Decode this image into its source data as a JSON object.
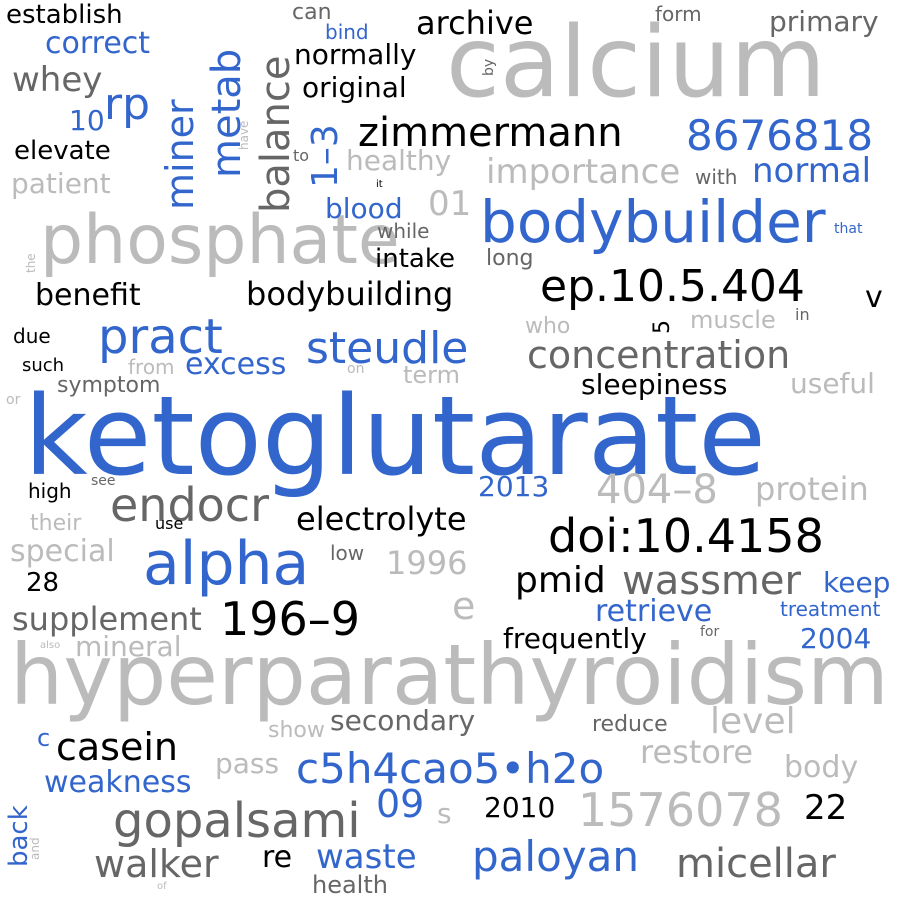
{
  "colors": {
    "blue": "#3366cc",
    "black": "#000000",
    "dark_gray": "#666666",
    "light_gray": "#bbbbbb",
    "background": "#ffffff"
  },
  "words": {
    "w_ketoglutarate": "ketoglutarate",
    "w_hyperparathyroidism": "hyperparathyroidism",
    "w_calcium": "calcium",
    "w_phosphate": "phosphate",
    "w_bodybuilder": "bodybuilder",
    "w_alpha": "alpha",
    "w_doi": "doi:10.4158",
    "w_ep": "ep.10.5.404",
    "w_196_9": "196–9",
    "w_c5h4": "c5h4cao5•h2o",
    "w_paloyan": "paloyan",
    "w_1576078": "1576078",
    "w_gopalsami": "gopalsami",
    "w_8676818": "8676818",
    "w_zimmermann": "zimmermann",
    "w_steudle": "steudle",
    "w_pract": "pract",
    "w_endocr": "endocr",
    "w_wassmer": "wassmer",
    "w_404_8": "404–8",
    "w_concentration": "concentration",
    "w_metab": "metab",
    "w_miner": "miner",
    "w_balance": "balance",
    "w_bodybuilding": "bodybuilding",
    "w_micellar": "micellar",
    "w_walker": "walker",
    "w_casein": "casein",
    "w_electrolyte": "electrolyte",
    "w_rp": "rp",
    "w_1_3": "1–3",
    "w_pmid": "pmid",
    "w_archive": "archive",
    "w_normally": "normally",
    "w_original": "original",
    "w_correct": "correct",
    "w_whey": "whey",
    "w_establish": "establish",
    "w_importance": "importance",
    "w_normal": "normal",
    "w_healthy": "healthy",
    "w_intake": "intake",
    "w_benefit": "benefit",
    "w_sleepiness": "sleepiness",
    "w_excess": "excess",
    "w_symptom": "symptom",
    "w_supplement": "supplement",
    "w_mineral": "mineral",
    "w_special": "special",
    "w_retrieve": "retrieve",
    "w_frequently": "frequently",
    "w_keep": "keep",
    "w_treatment": "treatment",
    "w_2004": "2004",
    "w_secondary": "secondary",
    "w_level": "level",
    "w_restore": "restore",
    "w_body": "body",
    "w_weakness": "weakness",
    "w_waste": "waste",
    "w_health": "health",
    "w_re": "re",
    "w_09": "09",
    "w_2010": "2010",
    "w_22": "22",
    "w_1996": "1996",
    "w_2013": "2013",
    "w_protein": "protein",
    "w_useful": "useful",
    "w_muscle": "muscle",
    "w_term": "term",
    "w_primary": "primary",
    "w_blood": "blood",
    "w_patient": "patient",
    "w_elevate": "elevate",
    "w_10": "10",
    "w_01": "01",
    "w_long": "long",
    "w_while": "while",
    "w_with": "with",
    "w_that": "that",
    "w_form": "form",
    "w_can": "can",
    "w_bind": "bind",
    "w_by": "by",
    "w_have": "have",
    "w_to": "to",
    "w_it": "it",
    "w_the": "the",
    "w_due": "due",
    "w_such": "such",
    "w_from": "from",
    "w_on": "on",
    "w_or": "or",
    "w_who": "who",
    "w_in": "in",
    "w_5": "5",
    "w_v": "v",
    "w_high": "high",
    "w_see": "see",
    "w_their": "their",
    "w_use": "use",
    "w_low": "low",
    "w_28": "28",
    "w_e": "e",
    "w_also": "also",
    "w_for": "for",
    "w_reduce": "reduce",
    "w_show": "show",
    "w_pass": "pass",
    "w_c": "c",
    "w_back": "back",
    "w_and": "and",
    "w_of": "of",
    "w_s": "s"
  }
}
